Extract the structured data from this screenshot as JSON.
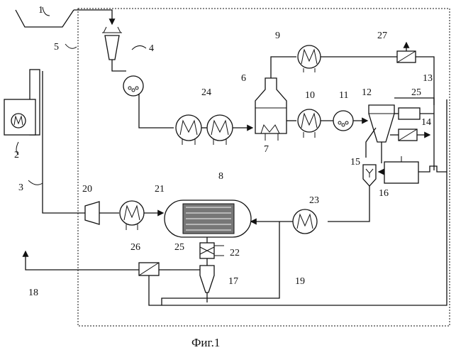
{
  "labels": {
    "n1": "1",
    "n2": "2",
    "n3": "3",
    "n4": "4",
    "n5": "5",
    "n6": "6",
    "n7": "7",
    "n8": "8",
    "n9": "9",
    "n10": "10",
    "n11": "11",
    "n12": "12",
    "n13": "13",
    "n14": "14",
    "n15": "15",
    "n16": "16",
    "n17": "17",
    "n18": "18",
    "n19": "19",
    "n20": "20",
    "n21": "21",
    "n22": "22",
    "n23": "23",
    "n24": "24",
    "n25a": "25",
    "n25b": "25",
    "n26": "26",
    "n27": "27"
  },
  "caption": "Фиг.1"
}
